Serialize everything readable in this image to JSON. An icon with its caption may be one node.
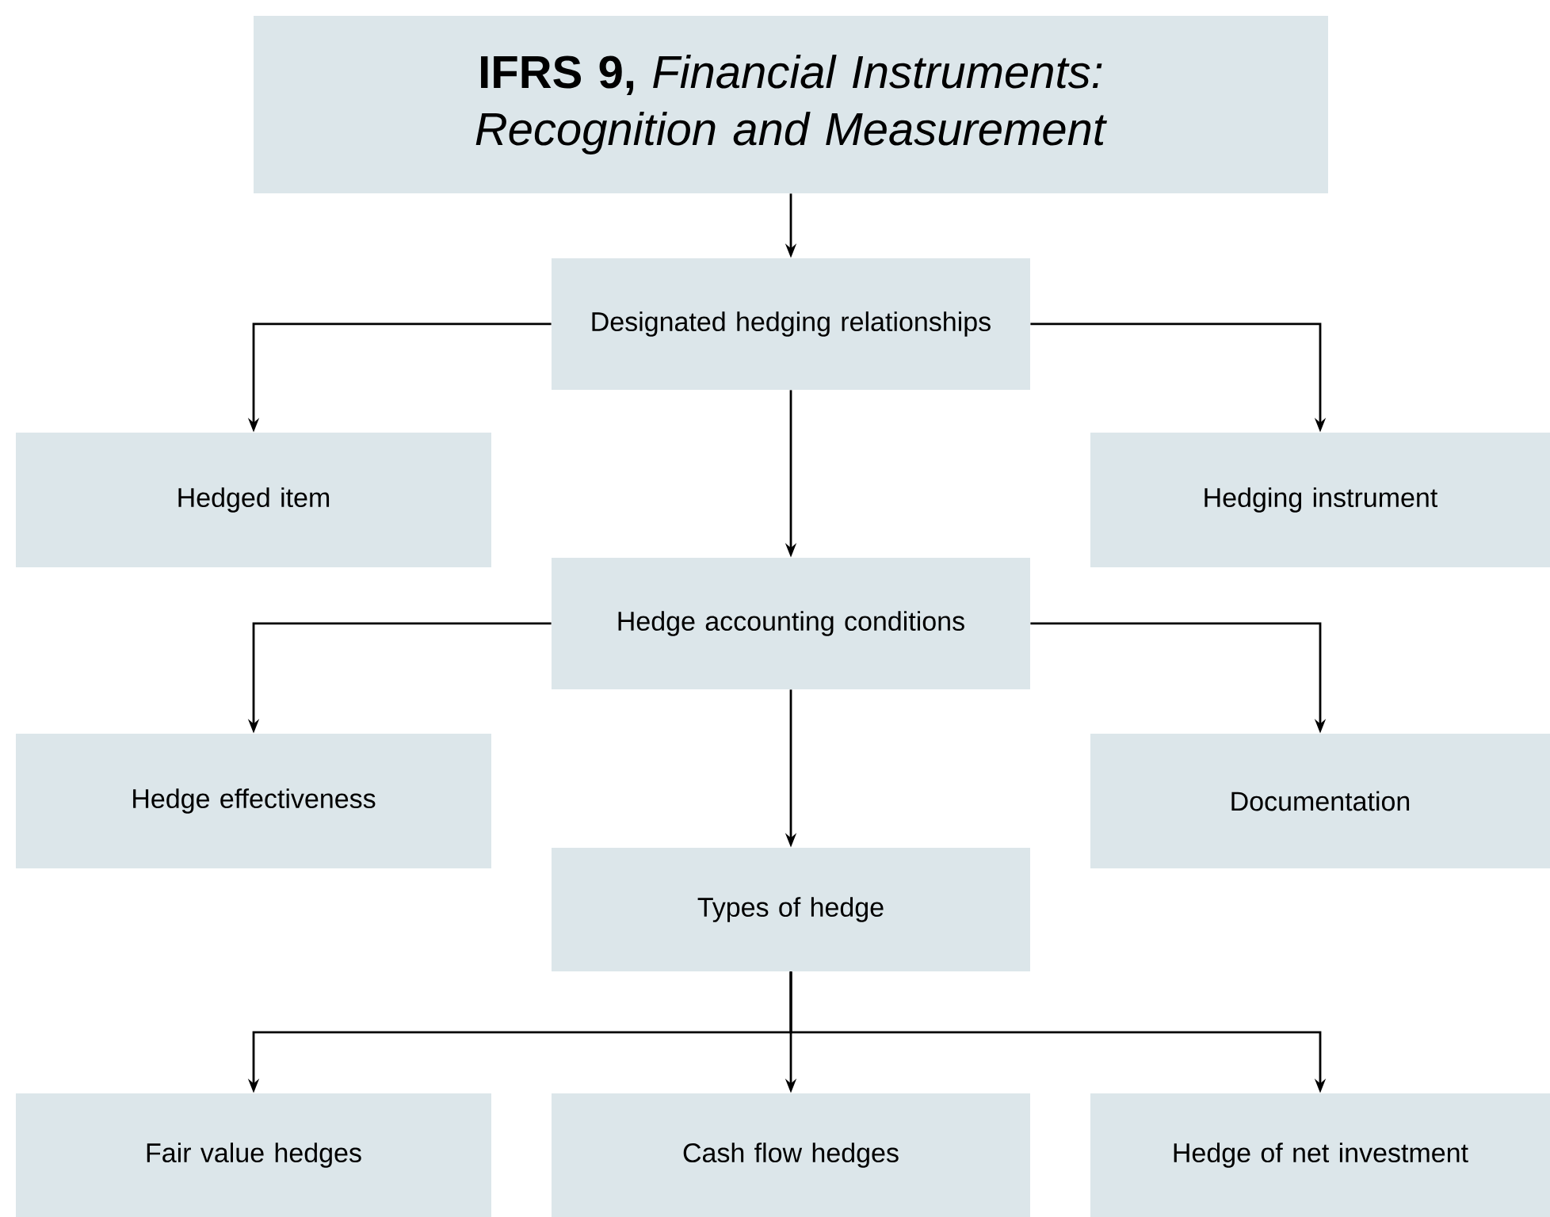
{
  "diagram": {
    "nodes": [
      {
        "text": [
          "**IFRS 9,** *Financial Instruments: Recognition and Measurement*"
        ]
      },
      {
        "text": [
          "Designated hedging relationships"
        ]
      },
      {
        "text": [
          "Hedged item"
        ]
      },
      {
        "text": [
          "Hedging instrument"
        ]
      },
      {
        "text": [
          "Hedge accounting conditions"
        ]
      },
      {
        "text": [
          "Hedge effectiveness"
        ]
      },
      {
        "text": [
          "Documentation"
        ]
      },
      {
        "text": [
          "Types of hedge"
        ]
      },
      {
        "text": [
          "Fair value hedges"
        ]
      },
      {
        "text": [
          "Cash flow hedges"
        ]
      },
      {
        "text": [
          "Hedge of net investment"
        ]
      }
    ],
    "edges": [
      {
        "from": 0,
        "to": 1,
        "arrow": "to"
      },
      {
        "from": 1,
        "to": 2,
        "arrow": "to"
      },
      {
        "from": 1,
        "to": 3,
        "arrow": "to"
      },
      {
        "from": 1,
        "to": 4,
        "arrow": "to"
      },
      {
        "from": 4,
        "to": 5,
        "arrow": "to"
      },
      {
        "from": 4,
        "to": 6,
        "arrow": "to"
      },
      {
        "from": 4,
        "to": 7,
        "arrow": "to"
      },
      {
        "from": 7,
        "to": 8,
        "arrow": "to"
      },
      {
        "from": 7,
        "to": 9,
        "arrow": "to"
      },
      {
        "from": 7,
        "to": 10,
        "arrow": "to"
      }
    ]
  }
}
